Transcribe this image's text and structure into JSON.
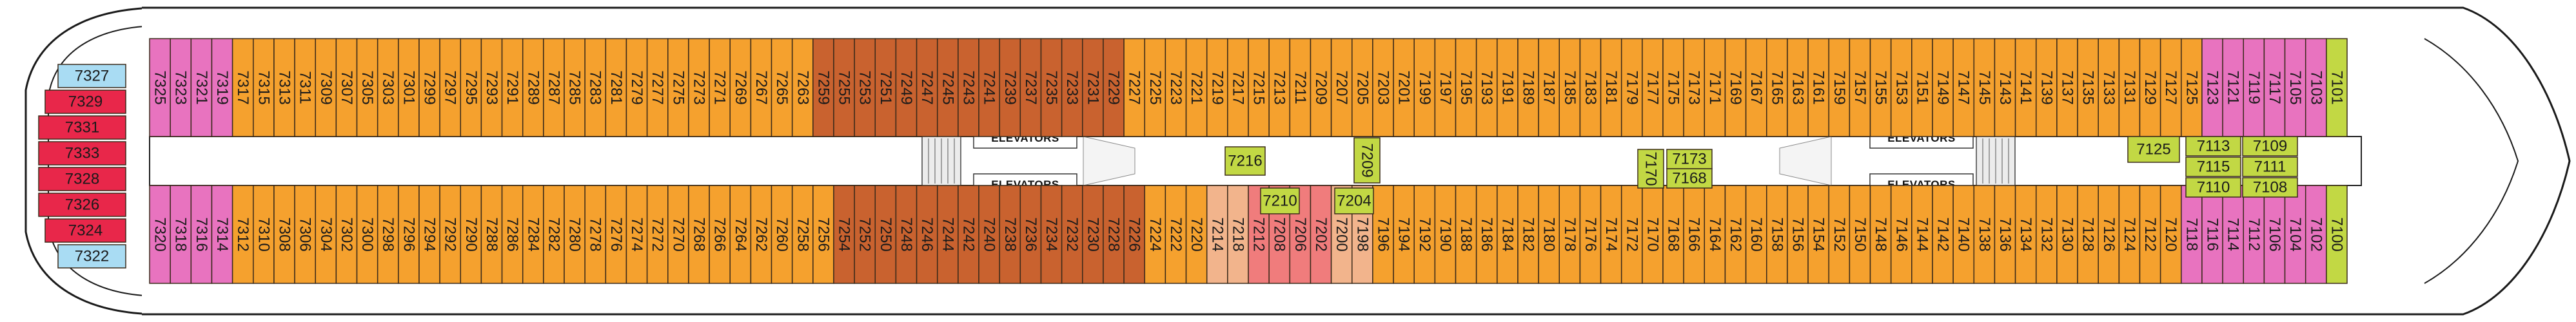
{
  "deck": {
    "colors": {
      "orange": "#f5a12e",
      "brown": "#c9622f",
      "pink": "#e873bf",
      "blue": "#a9dcf3",
      "red": "#e8274a",
      "green": "#c2d844",
      "salmon": "#f2b48c",
      "rose": "#f07c7c"
    },
    "elevator_labels": [
      "ELEVATORS",
      "ELEVATORS",
      "ELEVATORS",
      "ELEVATORS"
    ],
    "stern": [
      {
        "num": "7327",
        "color": "blue"
      },
      {
        "num": "7329",
        "color": "red"
      },
      {
        "num": "7331",
        "color": "red"
      },
      {
        "num": "7333",
        "color": "red"
      },
      {
        "num": "7328",
        "color": "red"
      },
      {
        "num": "7326",
        "color": "red"
      },
      {
        "num": "7324",
        "color": "red"
      },
      {
        "num": "7322",
        "color": "blue"
      }
    ],
    "top_cabins": [
      {
        "num": "7325",
        "color": "pink"
      },
      {
        "num": "7323",
        "color": "pink"
      },
      {
        "num": "7321",
        "color": "pink"
      },
      {
        "num": "7319",
        "color": "pink"
      },
      {
        "num": "7317",
        "color": "orange"
      },
      {
        "num": "7315",
        "color": "orange"
      },
      {
        "num": "7313",
        "color": "orange"
      },
      {
        "num": "7311",
        "color": "orange"
      },
      {
        "num": "7309",
        "color": "orange"
      },
      {
        "num": "7307",
        "color": "orange"
      },
      {
        "num": "7305",
        "color": "orange"
      },
      {
        "num": "7303",
        "color": "orange"
      },
      {
        "num": "7301",
        "color": "orange"
      },
      {
        "num": "7299",
        "color": "orange"
      },
      {
        "num": "7297",
        "color": "orange"
      },
      {
        "num": "7295",
        "color": "orange"
      },
      {
        "num": "7293",
        "color": "orange"
      },
      {
        "num": "7291",
        "color": "orange"
      },
      {
        "num": "7289",
        "color": "orange"
      },
      {
        "num": "7287",
        "color": "orange"
      },
      {
        "num": "7285",
        "color": "orange"
      },
      {
        "num": "7283",
        "color": "orange"
      },
      {
        "num": "7281",
        "color": "orange"
      },
      {
        "num": "7279",
        "color": "orange"
      },
      {
        "num": "7277",
        "color": "orange"
      },
      {
        "num": "7275",
        "color": "orange"
      },
      {
        "num": "7273",
        "color": "orange"
      },
      {
        "num": "7271",
        "color": "orange"
      },
      {
        "num": "7269",
        "color": "orange"
      },
      {
        "num": "7267",
        "color": "orange"
      },
      {
        "num": "7265",
        "color": "orange"
      },
      {
        "num": "7263",
        "color": "orange"
      },
      {
        "num": "7259",
        "color": "brown"
      },
      {
        "num": "7255",
        "color": "brown"
      },
      {
        "num": "7253",
        "color": "brown"
      },
      {
        "num": "7251",
        "color": "brown"
      },
      {
        "num": "7249",
        "color": "brown"
      },
      {
        "num": "7247",
        "color": "brown"
      },
      {
        "num": "7245",
        "color": "brown"
      },
      {
        "num": "7243",
        "color": "brown"
      },
      {
        "num": "7241",
        "color": "brown"
      },
      {
        "num": "7239",
        "color": "brown"
      },
      {
        "num": "7237",
        "color": "brown"
      },
      {
        "num": "7235",
        "color": "brown"
      },
      {
        "num": "7233",
        "color": "brown"
      },
      {
        "num": "7231",
        "color": "brown"
      },
      {
        "num": "7229",
        "color": "brown"
      },
      {
        "num": "7227",
        "color": "orange"
      },
      {
        "num": "7225",
        "color": "orange"
      },
      {
        "num": "7223",
        "color": "orange"
      },
      {
        "num": "7221",
        "color": "orange"
      },
      {
        "num": "7219",
        "color": "orange"
      },
      {
        "num": "7217",
        "color": "orange"
      },
      {
        "num": "7215",
        "color": "orange"
      },
      {
        "num": "7213",
        "color": "orange"
      },
      {
        "num": "7211",
        "color": "orange"
      },
      {
        "num": "7209",
        "color": "orange"
      },
      {
        "num": "7207",
        "color": "orange"
      },
      {
        "num": "7205",
        "color": "orange"
      },
      {
        "num": "7203",
        "color": "orange"
      },
      {
        "num": "7201",
        "color": "orange"
      },
      {
        "num": "7199",
        "color": "orange"
      },
      {
        "num": "7197",
        "color": "orange"
      },
      {
        "num": "7195",
        "color": "orange"
      },
      {
        "num": "7193",
        "color": "orange"
      },
      {
        "num": "7191",
        "color": "orange"
      },
      {
        "num": "7189",
        "color": "orange"
      },
      {
        "num": "7187",
        "color": "orange"
      },
      {
        "num": "7185",
        "color": "orange"
      },
      {
        "num": "7183",
        "color": "orange"
      },
      {
        "num": "7181",
        "color": "orange"
      },
      {
        "num": "7179",
        "color": "orange"
      },
      {
        "num": "7177",
        "color": "orange"
      },
      {
        "num": "7175",
        "color": "orange"
      },
      {
        "num": "7173",
        "color": "orange"
      },
      {
        "num": "7171",
        "color": "orange"
      },
      {
        "num": "7169",
        "color": "orange"
      },
      {
        "num": "7167",
        "color": "orange"
      },
      {
        "num": "7165",
        "color": "orange"
      },
      {
        "num": "7163",
        "color": "orange"
      },
      {
        "num": "7161",
        "color": "orange"
      },
      {
        "num": "7159",
        "color": "orange"
      },
      {
        "num": "7157",
        "color": "orange"
      },
      {
        "num": "7155",
        "color": "orange"
      },
      {
        "num": "7153",
        "color": "orange"
      },
      {
        "num": "7151",
        "color": "orange"
      },
      {
        "num": "7149",
        "color": "orange"
      },
      {
        "num": "7147",
        "color": "orange"
      },
      {
        "num": "7145",
        "color": "orange"
      },
      {
        "num": "7143",
        "color": "orange"
      },
      {
        "num": "7141",
        "color": "orange"
      },
      {
        "num": "7139",
        "color": "orange"
      },
      {
        "num": "7137",
        "color": "orange"
      },
      {
        "num": "7135",
        "color": "orange"
      },
      {
        "num": "7133",
        "color": "orange"
      },
      {
        "num": "7131",
        "color": "orange"
      },
      {
        "num": "7129",
        "color": "orange"
      },
      {
        "num": "7127",
        "color": "orange"
      },
      {
        "num": "7125",
        "color": "orange"
      },
      {
        "num": "7123",
        "color": "pink"
      },
      {
        "num": "7121",
        "color": "pink"
      },
      {
        "num": "7119",
        "color": "pink"
      },
      {
        "num": "7117",
        "color": "pink"
      },
      {
        "num": "7105",
        "color": "pink"
      },
      {
        "num": "7103",
        "color": "pink"
      },
      {
        "num": "7101",
        "color": "green"
      }
    ],
    "bottom_cabins": [
      {
        "num": "7320",
        "color": "pink"
      },
      {
        "num": "7318",
        "color": "pink"
      },
      {
        "num": "7316",
        "color": "pink"
      },
      {
        "num": "7314",
        "color": "pink"
      },
      {
        "num": "7312",
        "color": "orange"
      },
      {
        "num": "7310",
        "color": "orange"
      },
      {
        "num": "7308",
        "color": "orange"
      },
      {
        "num": "7306",
        "color": "orange"
      },
      {
        "num": "7304",
        "color": "orange"
      },
      {
        "num": "7302",
        "color": "orange"
      },
      {
        "num": "7300",
        "color": "orange"
      },
      {
        "num": "7298",
        "color": "orange"
      },
      {
        "num": "7296",
        "color": "orange"
      },
      {
        "num": "7294",
        "color": "orange"
      },
      {
        "num": "7292",
        "color": "orange"
      },
      {
        "num": "7290",
        "color": "orange"
      },
      {
        "num": "7288",
        "color": "orange"
      },
      {
        "num": "7286",
        "color": "orange"
      },
      {
        "num": "7284",
        "color": "orange"
      },
      {
        "num": "7282",
        "color": "orange"
      },
      {
        "num": "7280",
        "color": "orange"
      },
      {
        "num": "7278",
        "color": "orange"
      },
      {
        "num": "7276",
        "color": "orange"
      },
      {
        "num": "7274",
        "color": "orange"
      },
      {
        "num": "7272",
        "color": "orange"
      },
      {
        "num": "7270",
        "color": "orange"
      },
      {
        "num": "7268",
        "color": "orange"
      },
      {
        "num": "7266",
        "color": "orange"
      },
      {
        "num": "7264",
        "color": "orange"
      },
      {
        "num": "7262",
        "color": "orange"
      },
      {
        "num": "7260",
        "color": "orange"
      },
      {
        "num": "7258",
        "color": "orange"
      },
      {
        "num": "7256",
        "color": "orange"
      },
      {
        "num": "7254",
        "color": "brown"
      },
      {
        "num": "7252",
        "color": "brown"
      },
      {
        "num": "7250",
        "color": "brown"
      },
      {
        "num": "7248",
        "color": "brown"
      },
      {
        "num": "7246",
        "color": "brown"
      },
      {
        "num": "7244",
        "color": "brown"
      },
      {
        "num": "7242",
        "color": "brown"
      },
      {
        "num": "7240",
        "color": "brown"
      },
      {
        "num": "7238",
        "color": "brown"
      },
      {
        "num": "7236",
        "color": "brown"
      },
      {
        "num": "7234",
        "color": "brown"
      },
      {
        "num": "7232",
        "color": "brown"
      },
      {
        "num": "7230",
        "color": "brown"
      },
      {
        "num": "7228",
        "color": "brown"
      },
      {
        "num": "7226",
        "color": "brown"
      },
      {
        "num": "7224",
        "color": "orange"
      },
      {
        "num": "7222",
        "color": "orange"
      },
      {
        "num": "7220",
        "color": "orange"
      },
      {
        "num": "7214",
        "color": "salmon"
      },
      {
        "num": "7218",
        "color": "salmon"
      },
      {
        "num": "7212",
        "color": "rose"
      },
      {
        "num": "7208",
        "color": "rose"
      },
      {
        "num": "7206",
        "color": "rose"
      },
      {
        "num": "7202",
        "color": "rose"
      },
      {
        "num": "7200",
        "color": "salmon"
      },
      {
        "num": "7198",
        "color": "salmon"
      },
      {
        "num": "7196",
        "color": "orange"
      },
      {
        "num": "7194",
        "color": "orange"
      },
      {
        "num": "7192",
        "color": "orange"
      },
      {
        "num": "7190",
        "color": "orange"
      },
      {
        "num": "7188",
        "color": "orange"
      },
      {
        "num": "7186",
        "color": "orange"
      },
      {
        "num": "7184",
        "color": "orange"
      },
      {
        "num": "7182",
        "color": "orange"
      },
      {
        "num": "7180",
        "color": "orange"
      },
      {
        "num": "7178",
        "color": "orange"
      },
      {
        "num": "7176",
        "color": "orange"
      },
      {
        "num": "7174",
        "color": "orange"
      },
      {
        "num": "7172",
        "color": "orange"
      },
      {
        "num": "7170",
        "color": "orange"
      },
      {
        "num": "7168",
        "color": "orange"
      },
      {
        "num": "7166",
        "color": "orange"
      },
      {
        "num": "7164",
        "color": "orange"
      },
      {
        "num": "7162",
        "color": "orange"
      },
      {
        "num": "7160",
        "color": "orange"
      },
      {
        "num": "7158",
        "color": "orange"
      },
      {
        "num": "7156",
        "color": "orange"
      },
      {
        "num": "7154",
        "color": "orange"
      },
      {
        "num": "7152",
        "color": "orange"
      },
      {
        "num": "7150",
        "color": "orange"
      },
      {
        "num": "7148",
        "color": "orange"
      },
      {
        "num": "7146",
        "color": "orange"
      },
      {
        "num": "7144",
        "color": "orange"
      },
      {
        "num": "7142",
        "color": "orange"
      },
      {
        "num": "7140",
        "color": "orange"
      },
      {
        "num": "7138",
        "color": "orange"
      },
      {
        "num": "7136",
        "color": "orange"
      },
      {
        "num": "7134",
        "color": "orange"
      },
      {
        "num": "7132",
        "color": "orange"
      },
      {
        "num": "7130",
        "color": "orange"
      },
      {
        "num": "7128",
        "color": "orange"
      },
      {
        "num": "7126",
        "color": "orange"
      },
      {
        "num": "7124",
        "color": "orange"
      },
      {
        "num": "7122",
        "color": "orange"
      },
      {
        "num": "7120",
        "color": "orange"
      },
      {
        "num": "7118",
        "color": "pink"
      },
      {
        "num": "7116",
        "color": "pink"
      },
      {
        "num": "7114",
        "color": "pink"
      },
      {
        "num": "7112",
        "color": "pink"
      },
      {
        "num": "7106",
        "color": "pink"
      },
      {
        "num": "7104",
        "color": "pink"
      },
      {
        "num": "7102",
        "color": "pink"
      },
      {
        "num": "7100",
        "color": "green"
      }
    ],
    "center_cabins": [
      {
        "num": "7216",
        "color": "green"
      },
      {
        "num": "7209",
        "color": "green"
      },
      {
        "num": "7210",
        "color": "green"
      },
      {
        "num": "7204",
        "color": "green"
      },
      {
        "num": "7170",
        "color": "green"
      },
      {
        "num": "7173",
        "color": "green"
      },
      {
        "num": "7168",
        "color": "green"
      },
      {
        "num": "7125",
        "color": "green"
      },
      {
        "num": "7113",
        "color": "green"
      },
      {
        "num": "7109",
        "color": "green"
      },
      {
        "num": "7115",
        "color": "green"
      },
      {
        "num": "7111",
        "color": "green"
      },
      {
        "num": "7110",
        "color": "green"
      },
      {
        "num": "7108",
        "color": "green"
      }
    ]
  }
}
